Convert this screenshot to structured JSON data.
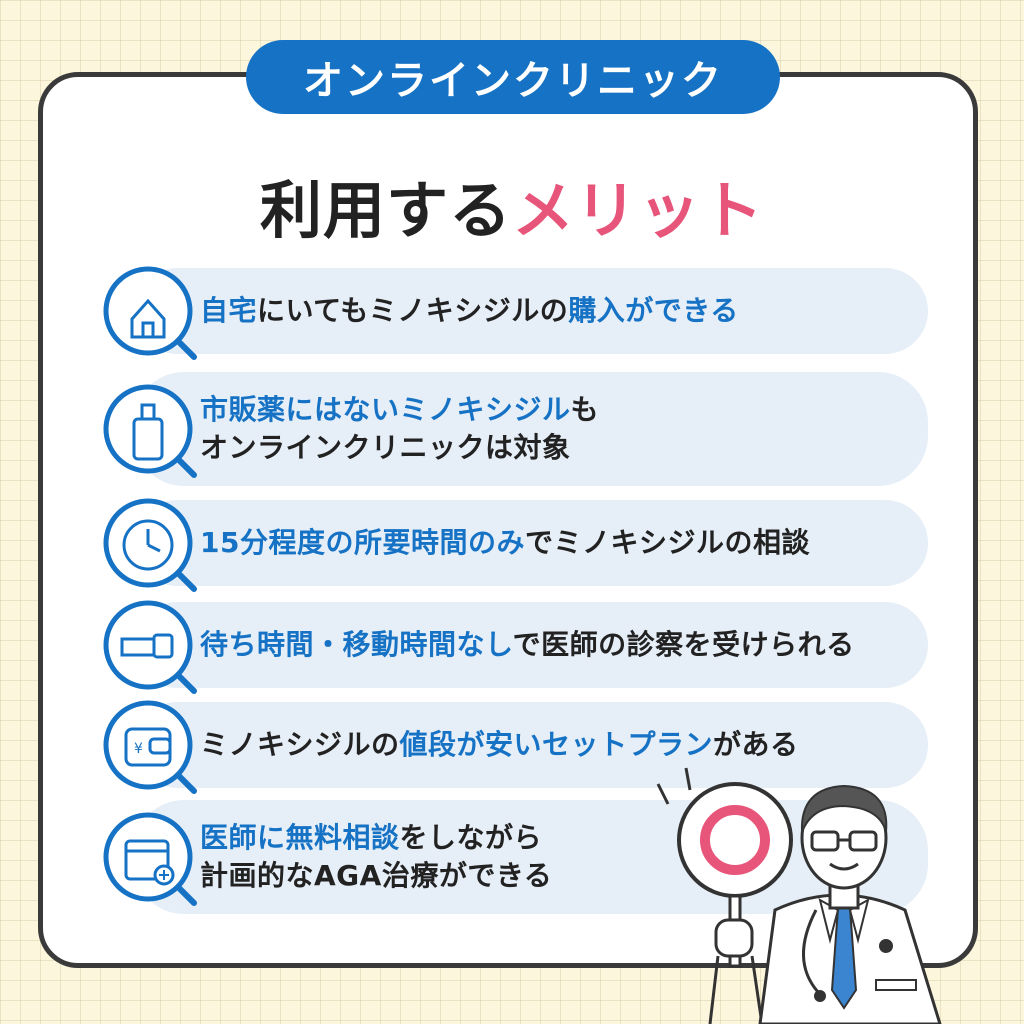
{
  "badge": "オンラインクリニック",
  "headline": {
    "prefix": "利用する",
    "accent": "メリット"
  },
  "rows": [
    {
      "icon": "house-icon",
      "lines": [
        [
          {
            "t": "自宅",
            "b": true
          },
          {
            "t": "にいてもミノキシジルの",
            "b": false
          },
          {
            "t": "購入",
            "b": true
          },
          {
            "t": "ができる",
            "b": true
          }
        ]
      ]
    },
    {
      "icon": "bottle-icon",
      "lines": [
        [
          {
            "t": "市販薬にはないミノキシジル",
            "b": true
          },
          {
            "t": "も",
            "b": false
          }
        ],
        [
          {
            "t": "オンラインクリニックは対象",
            "b": false
          }
        ]
      ]
    },
    {
      "icon": "clock-icon",
      "lines": [
        [
          {
            "t": "15分程度の所要時間のみ",
            "b": true
          },
          {
            "t": "でミノキシジルの相談",
            "b": false
          }
        ]
      ]
    },
    {
      "icon": "wristwatch-icon",
      "lines": [
        [
          {
            "t": "待ち時間・移動時間なし",
            "b": true
          },
          {
            "t": "で医師の診察を受けられる",
            "b": false
          }
        ]
      ]
    },
    {
      "icon": "wallet-icon",
      "lines": [
        [
          {
            "t": "ミノキシジルの",
            "b": false
          },
          {
            "t": "値段が安いセットプラン",
            "b": true
          },
          {
            "t": "がある",
            "b": false
          }
        ]
      ]
    },
    {
      "icon": "calendar-plus-icon",
      "lines": [
        [
          {
            "t": "医師に無料相談",
            "b": true
          },
          {
            "t": "をしながら",
            "b": false
          }
        ],
        [
          {
            "t": "計画的なAGA治療ができる",
            "b": false
          }
        ]
      ]
    }
  ],
  "colors": {
    "blue": "#1672c4",
    "pink": "#e8557a",
    "rowBg": "#e6eef7",
    "frame": "#3a3a3a"
  },
  "illustration": "doctor-holding-circle-sign"
}
